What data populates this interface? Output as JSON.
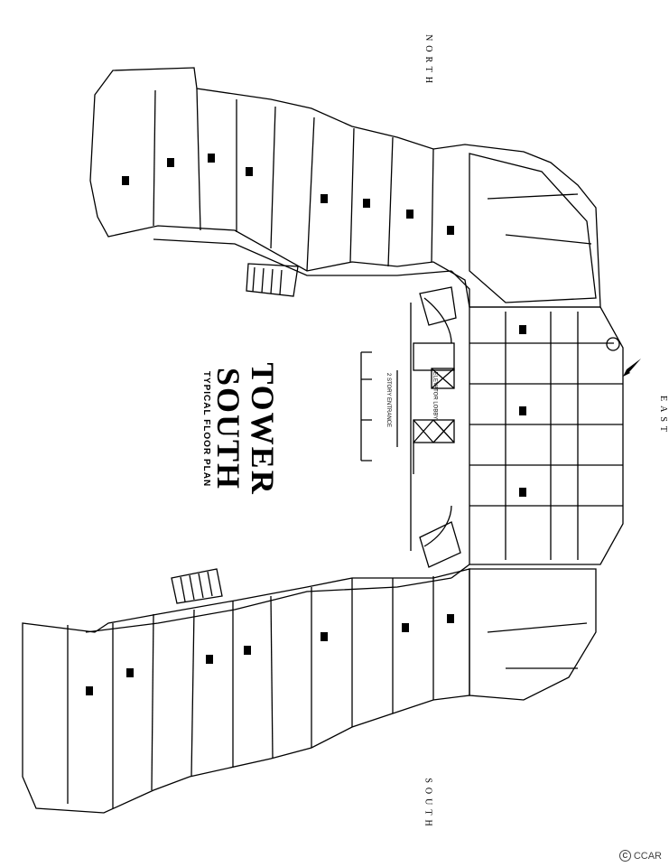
{
  "title": {
    "main": "TOWER SOUTH",
    "sub": "TYPICAL FLOOR PLAN"
  },
  "compass": {
    "north": "NORTH",
    "south": "SOUTH",
    "east": "EAST"
  },
  "lobby": {
    "entrance": "2 STORY ENTRANCE",
    "elevator": "ELEVATOR LOBBY"
  },
  "watermark": {
    "text": "CCAR",
    "icon": "copyright-icon"
  },
  "icons": {
    "entrance_arrow": "arrow-icon"
  }
}
